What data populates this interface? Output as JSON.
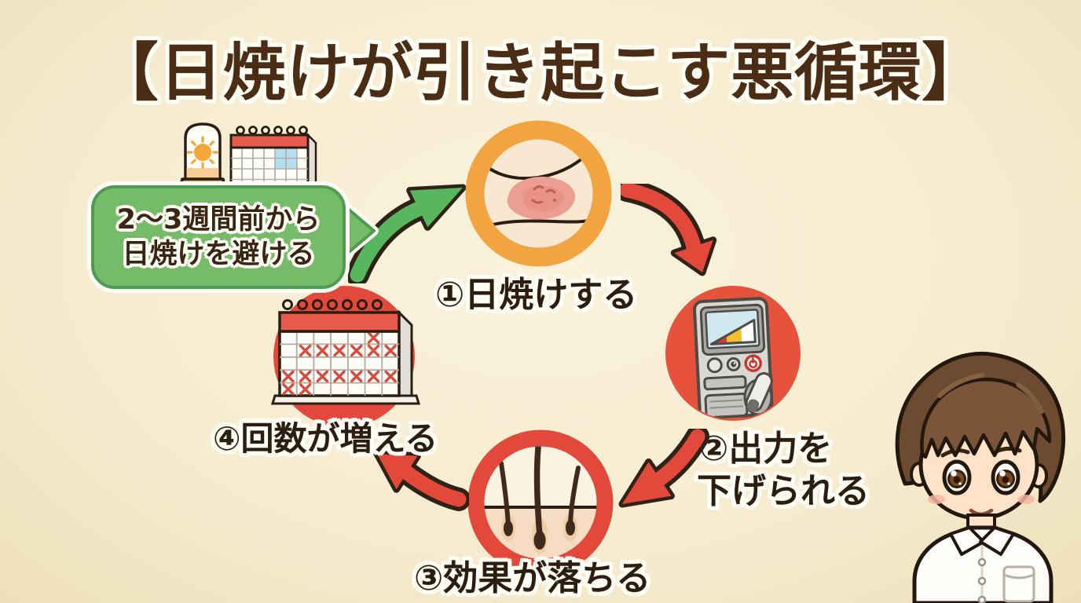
{
  "title": "【日焼けが引き起こす悪循環】",
  "callout": {
    "text_line1": "2〜3週間前から",
    "text_line2": "日焼けを避ける",
    "icons": [
      "sunscreen-tube-icon",
      "calendar-icon"
    ]
  },
  "steps": [
    {
      "id": 1,
      "label": "①日焼けする",
      "icon": "sunburned-skin-icon"
    },
    {
      "id": 2,
      "label_line1": "②出力を",
      "label_line2": "下げられる",
      "icon": "laser-device-icon"
    },
    {
      "id": 3,
      "label": "③効果が落ちる",
      "icon": "hair-follicle-skin-icon"
    },
    {
      "id": 4,
      "label": "④回数が増える",
      "icon": "calendar-x-marks-icon"
    }
  ],
  "mascot": "boy-character-illustration",
  "colors": {
    "background": "#f6ecd0",
    "title_text": "#4b2d16",
    "label_text": "#2b1d10",
    "callout_fill": "#76bb67",
    "callout_border": "#4f9b52",
    "arrow_green": "#58b75e",
    "arrow_red": "#e2493b",
    "ring_orange": "#f2a440",
    "circle_red": "#e7523c",
    "outline_dark": "#2f2317"
  }
}
